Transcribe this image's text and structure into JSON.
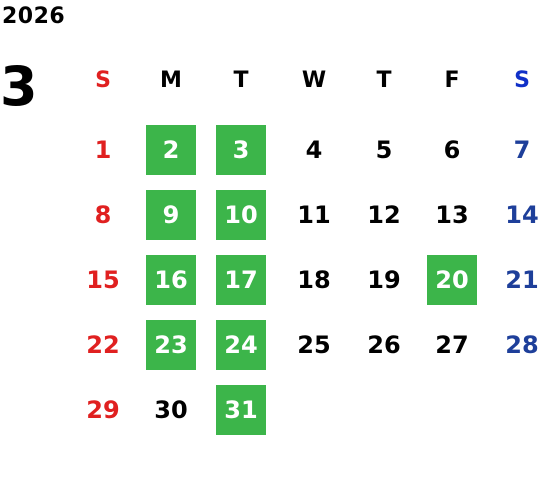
{
  "year": "2026",
  "month": "3",
  "colors": {
    "sunday": "#e02020",
    "saturday": "#1e3f9a",
    "saturday_header": "#1030c8",
    "highlight": "#3cb54a",
    "text": "#000000"
  },
  "weekdays": [
    "S",
    "M",
    "T",
    "W",
    "T",
    "F",
    "S"
  ],
  "weeks": [
    [
      {
        "day": "1",
        "highlight": false
      },
      {
        "day": "2",
        "highlight": true
      },
      {
        "day": "3",
        "highlight": true
      },
      {
        "day": "4",
        "highlight": false
      },
      {
        "day": "5",
        "highlight": false
      },
      {
        "day": "6",
        "highlight": false
      },
      {
        "day": "7",
        "highlight": false
      }
    ],
    [
      {
        "day": "8",
        "highlight": false
      },
      {
        "day": "9",
        "highlight": true
      },
      {
        "day": "10",
        "highlight": true
      },
      {
        "day": "11",
        "highlight": false
      },
      {
        "day": "12",
        "highlight": false
      },
      {
        "day": "13",
        "highlight": false
      },
      {
        "day": "14",
        "highlight": false
      }
    ],
    [
      {
        "day": "15",
        "highlight": false
      },
      {
        "day": "16",
        "highlight": true
      },
      {
        "day": "17",
        "highlight": true
      },
      {
        "day": "18",
        "highlight": false
      },
      {
        "day": "19",
        "highlight": false
      },
      {
        "day": "20",
        "highlight": true
      },
      {
        "day": "21",
        "highlight": false
      }
    ],
    [
      {
        "day": "22",
        "highlight": false
      },
      {
        "day": "23",
        "highlight": true
      },
      {
        "day": "24",
        "highlight": true
      },
      {
        "day": "25",
        "highlight": false
      },
      {
        "day": "26",
        "highlight": false
      },
      {
        "day": "27",
        "highlight": false
      },
      {
        "day": "28",
        "highlight": false
      }
    ],
    [
      {
        "day": "29",
        "highlight": false
      },
      {
        "day": "30",
        "highlight": false
      },
      {
        "day": "31",
        "highlight": true
      }
    ]
  ]
}
